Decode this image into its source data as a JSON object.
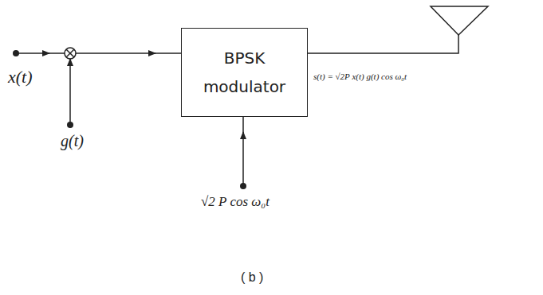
{
  "diagram": {
    "caption": "( b )",
    "nodes": [
      {
        "text": [
          "BPSK modulator"
        ]
      }
    ],
    "labels": [
      "x(t)",
      "g(t)",
      "√2 P cos ω₀t",
      "s(t) = √2P x(t) g(t) cos ω₀t"
    ]
  }
}
